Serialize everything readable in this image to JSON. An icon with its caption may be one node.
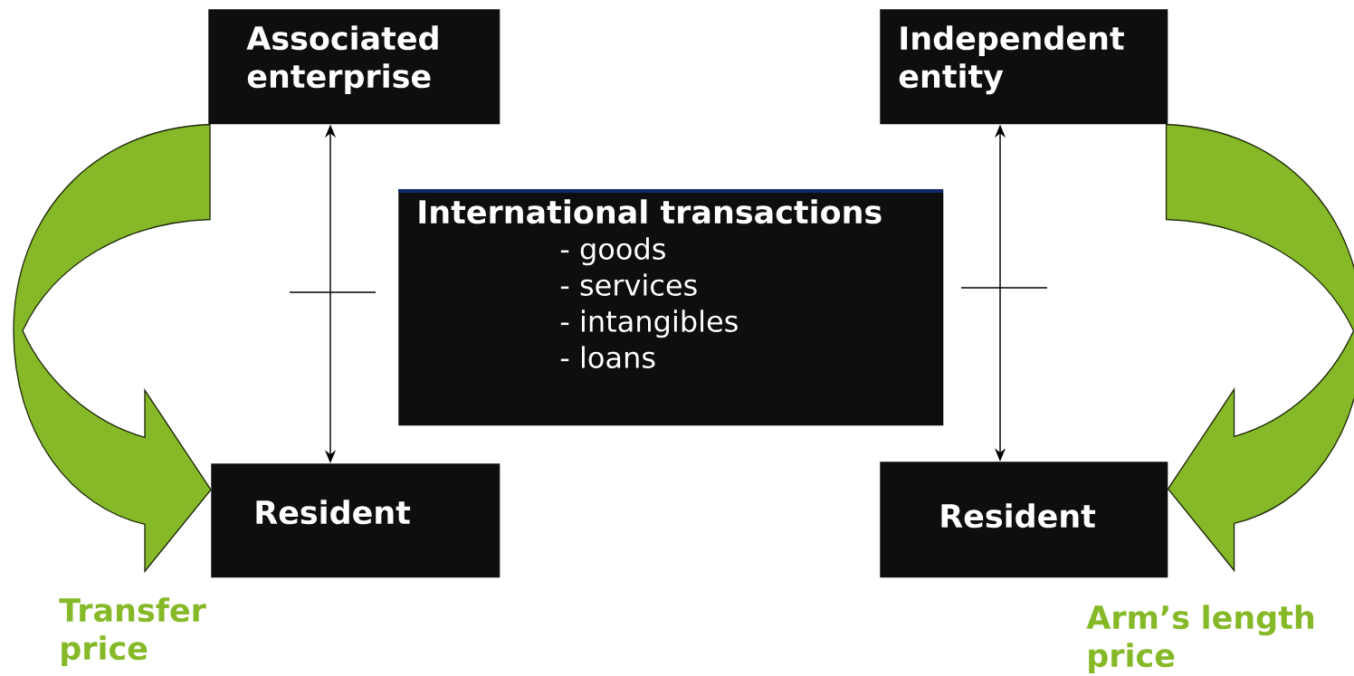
{
  "diagram": {
    "nodes": [
      {
        "text": [
          "Associated enterprise"
        ]
      },
      {
        "text": [
          "Independent entity"
        ]
      },
      {
        "text": [
          "International transactions",
          "- goods",
          "- services",
          "- intangibles",
          "- loans"
        ]
      },
      {
        "text": [
          "Resident"
        ]
      },
      {
        "text": [
          "Resident"
        ]
      }
    ],
    "edges": [
      {
        "from": 0,
        "to": 3,
        "arrow": "both"
      },
      {
        "from": 1,
        "to": 4,
        "arrow": "both"
      },
      {
        "from": 0,
        "to": 3,
        "arrow": "to",
        "style": "thick",
        "color": "#86b928"
      },
      {
        "from": 1,
        "to": 4,
        "arrow": "to",
        "style": "thick",
        "color": "#86b928"
      }
    ],
    "labels": [
      "Transfer price",
      "Arm’s length price"
    ]
  }
}
